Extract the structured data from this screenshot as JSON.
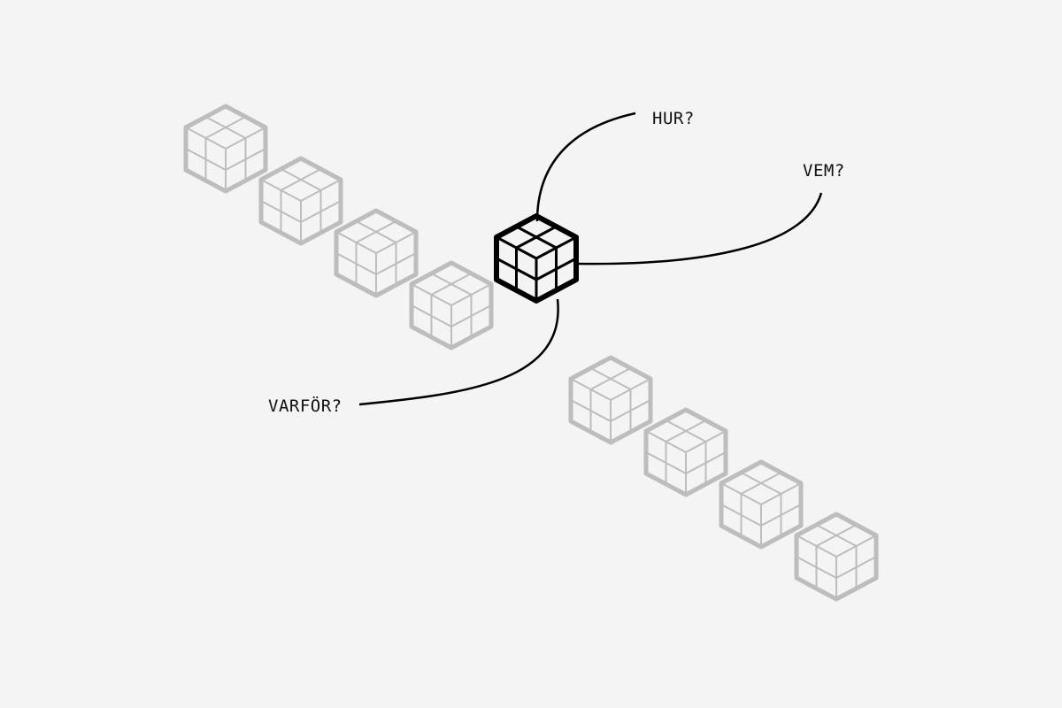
{
  "labels": {
    "how": "HUR?",
    "who": "VEM?",
    "why": "VARFÖR?"
  },
  "colors": {
    "background": "#f4f4f4",
    "faded_cube": "#bdbdbd",
    "focus_cube": "#000000",
    "connector": "#000000",
    "label_text": "#111111"
  },
  "cube_rows": {
    "upper_left": {
      "count": 4,
      "style": "faded"
    },
    "lower_right": {
      "count": 4,
      "style": "faded"
    },
    "center": {
      "count": 1,
      "style": "highlighted"
    }
  }
}
